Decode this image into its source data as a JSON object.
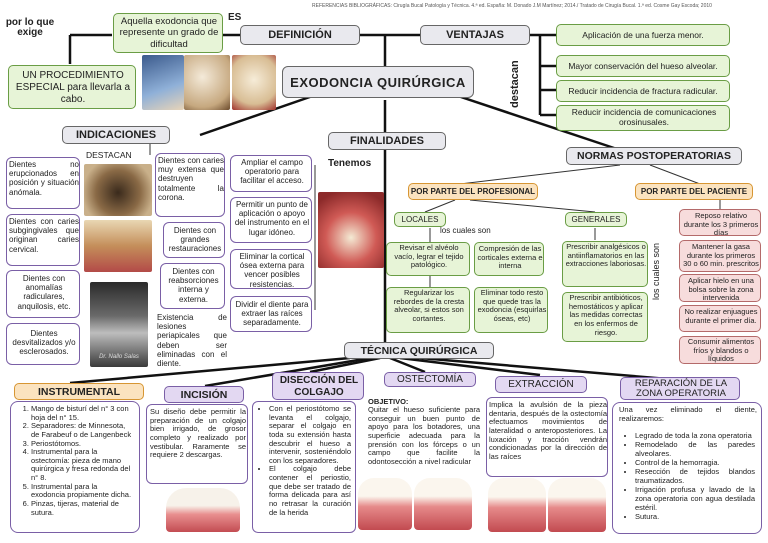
{
  "header": {
    "references": "REFERENCIAS BIBLIOGRÁFICAS: Cirugía Bucal Patología y Técnica. 4.ª ed. España: M. Donado J.M Martínez; 2014./ Tratado de Cirugía Bucal. 1.ª ed. Cosme Gay Escoda; 2010"
  },
  "title": "EXODONCIA QUIRÚRGICA",
  "definicion": {
    "label": "DEFINICIÓN",
    "es": "ES",
    "text": "Aquella exodoncia que represente un grado de dificultad",
    "por_lo_que_exige": "por lo que exige",
    "procedimiento": "UN PROCEDIMIENTO ESPECIAL para llevarla a cabo."
  },
  "ventajas": {
    "label": "VENTAJAS",
    "destacan": "destacan",
    "items": [
      "Aplicación de una fuerza menor.",
      "Mayor conservación del hueso alveolar.",
      "Reducir incidencia de fractura radicular.",
      "Reducir incidencia de comunicaciones orosinusales."
    ]
  },
  "indicaciones": {
    "label": "INDICACIONES",
    "destacan": "DESTACAN",
    "left": [
      "Dientes no erupcionados en posición y situación anómala.",
      "Dientes con caries subgingivales que originan caries cervical.",
      "Dientes con anomalías radiculares, anquilosis, etc.",
      "Dientes desvitalizados y/o esclerosados."
    ],
    "right": [
      "Dientes con caries muy extensa que destruyen totalmente la corona.",
      "Dientes con grandes restauraciones",
      "Dientes con reabsorciones interna y externa.",
      "Existencia de lesiones periapicales que deben ser eliminadas con el diente."
    ],
    "photo_credit": "Dr. Nallo Salas"
  },
  "finalidades": {
    "label": "FINALIDADES",
    "tenemos": "Tenemos",
    "items": [
      "Ampliar el campo operatorio para facilitar el acceso.",
      "Permitir un punto de aplicación o apoyo del instrumento en el lugar idóneo.",
      "Eliminar la cortical ósea externa para vencer posibles resistencias.",
      "Dividir el diente para extraer las raíces separadamente."
    ]
  },
  "normas": {
    "label": "NORMAS POSTOPERATORIAS",
    "profesional": {
      "label": "POR PARTE DEL PROFESIONAL",
      "locales": "LOCALES",
      "generales": "GENERALES",
      "los_cuales_son": "los cuales son",
      "locales_items": [
        "Revisar el alvéolo vacío, legrar el tejido patológico.",
        "Compresión de las corticales externa e interna",
        "Regularizar los rebordes de la cresta alveolar, si estos son cortantes.",
        "Eliminar todo resto que quede tras la exodoncia (esquirlas óseas, etc)"
      ],
      "generales_items": [
        "Prescribir analgésicos o antiinflamatorios en las extracciones laboriosas.",
        "Prescribir antibióticos, hemostáticos y aplicar las medidas correctas en los enfermos de riesgo."
      ]
    },
    "paciente": {
      "label": "POR PARTE DEL PACIENTE",
      "los_cuales_son": "los cuales son",
      "items": [
        "Reposo relativo durante los 3 primeros días",
        "Mantener la gasa durante los primeros 30 o 60 min. prescritos",
        "Aplicar hielo en una bolsa sobre la zona intervenida",
        "No realizar enjuagues durante el primer día.",
        "Consumir alimentos fríos y blandos o líquidos"
      ]
    }
  },
  "tecnica": {
    "label": "TÉCNICA QUIRÚRGICA",
    "instrumental": {
      "label": "INSTRUMENTAL",
      "items": [
        "Mango de bisturí del n° 3 con hoja del n° 15.",
        "Separadores: de Minnesota, de Farabeuf o de Langenbeck",
        "Periostótomos.",
        "Instrumental para la ostectomía: pieza de mano quirúrgica y fresa redonda del n° 8.",
        "Instrumental para la exodoncia propiamente dicha.",
        "Pinzas, tijeras, material de sutura."
      ]
    },
    "incision": {
      "label": "INCISIÓN",
      "text": "Su diseño debe permitir la preparación de un colgajo bien irrigado, de grosor completo y realizado por vestibular. Raramente se requiere 2 descargas."
    },
    "diseccion": {
      "label": "DISECCIÓN DEL COLGAJO",
      "items": [
        "Con el periostótomo se levanta el colgajo, separar el colgajo en toda su extensión hasta descubrir el hueso a intervenir, sosteniéndolo con los separadores.",
        "El colgajo debe contener el periostio, que debe ser tratado de forma delicada para así no retrasar la curación de la herida"
      ]
    },
    "ostectomia": {
      "label": "OSTECTOMÍA",
      "objetivo": "OBJETIVO:",
      "text": "Quitar el hueso suficiente para conseguir un buen punto de apoyo para los botadores, una superficie adecuada para la prensión con los fórceps o un campo que facilite la odontosección a nivel radicular"
    },
    "extraccion": {
      "label": "EXTRACCIÓN",
      "text": "Implica la avulsión de la pieza dentaria, después de la ostectomía efectuamos movimientos de lateralidad o anteroposteriores. La luxación y tracción vendrán condicionadas por la dirección de las raíces"
    },
    "reparacion": {
      "label": "REPARACIÓN DE LA ZONA OPERATORIA",
      "intro": "Una vez eliminado el diente, realizaremos:",
      "items": [
        "Legrado de toda la zona operatoria",
        "Remodelado de las paredes alveolares.",
        "Control de la hemorragia.",
        "Resección de tejidos blandos traumatizados.",
        "Irrigación profusa y lavado de la zona operatoria con agua destilada estéril.",
        "Sutura."
      ]
    }
  }
}
